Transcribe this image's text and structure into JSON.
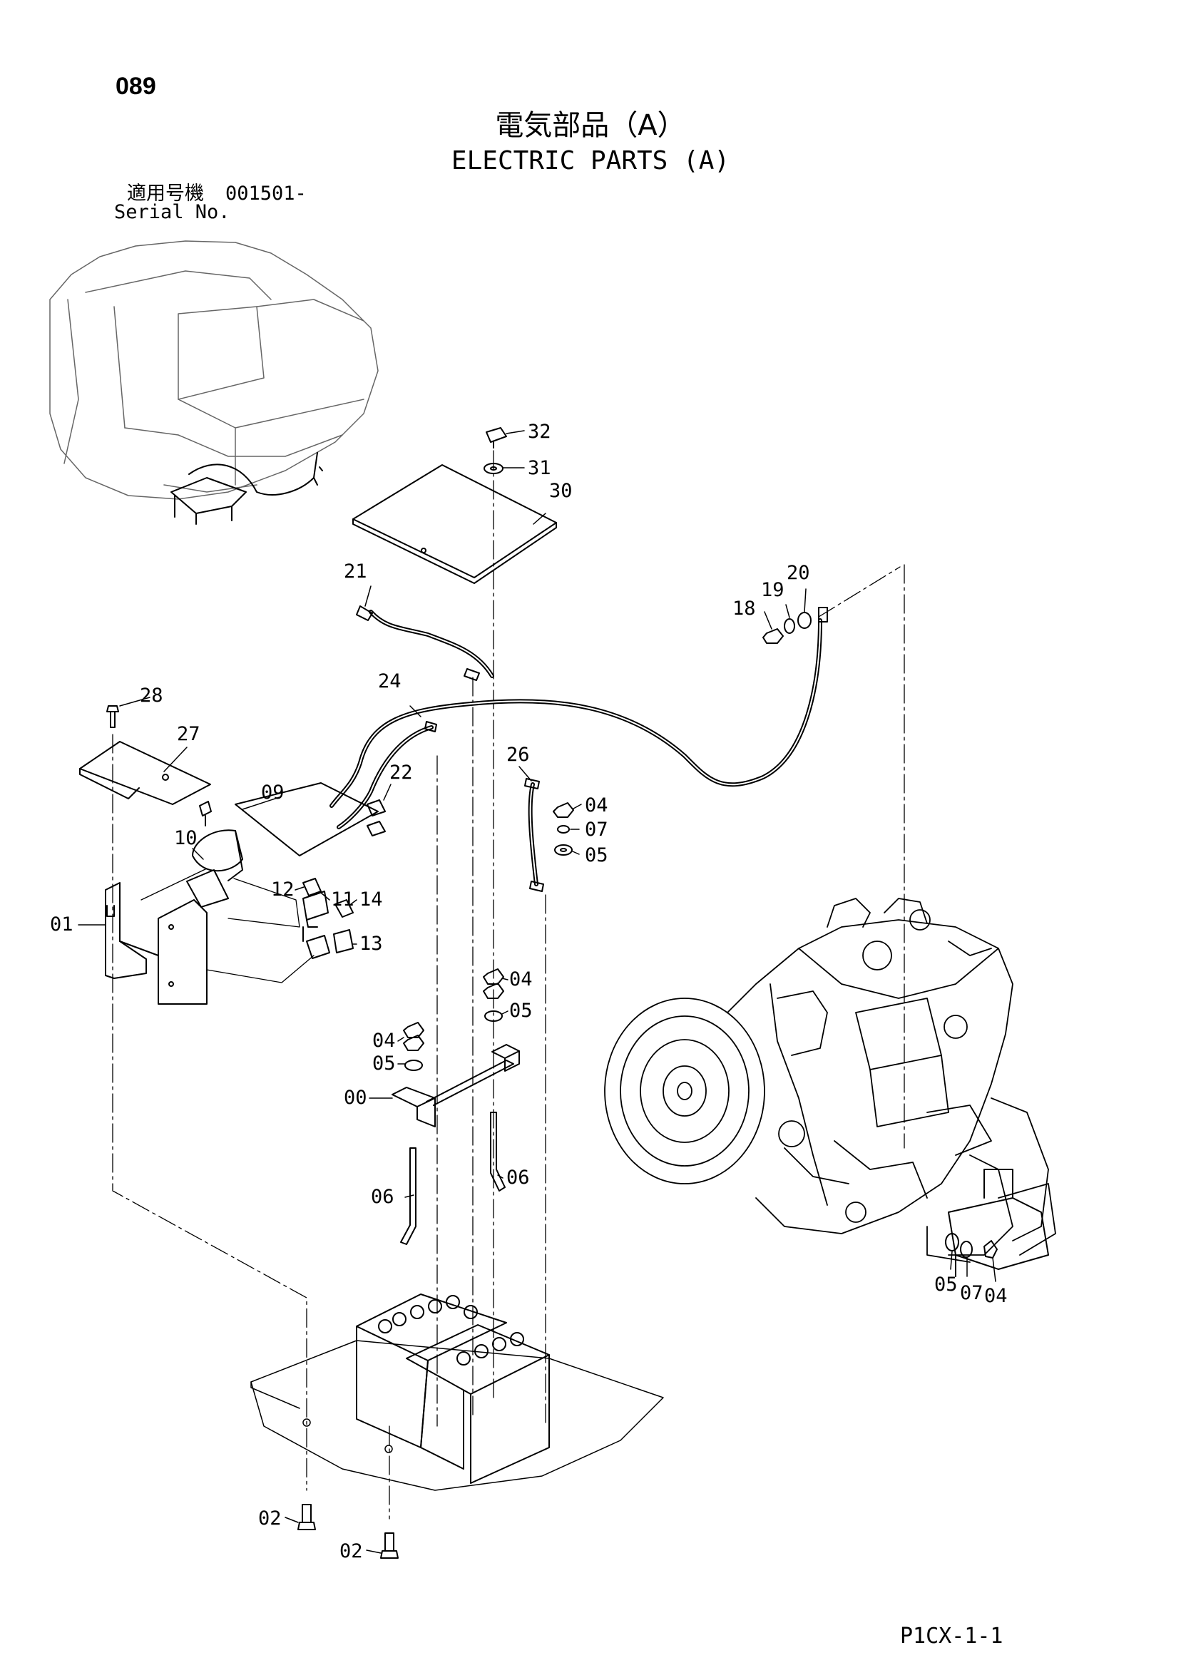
{
  "page_number": "089",
  "title_jp": "電気部品（A）",
  "title_en": "ELECTRIC PARTS (A)",
  "serial": {
    "label_jp": "適用号機",
    "label_en": "Serial No.",
    "value": "001501-"
  },
  "footer_code": "P1CX-1-1",
  "callouts": [
    "32",
    "31",
    "30",
    "21",
    "20",
    "19",
    "18",
    "24",
    "28",
    "27",
    "22",
    "26",
    "09",
    "04",
    "07",
    "10",
    "05",
    "11",
    "12",
    "14",
    "01",
    "13",
    "04",
    "05",
    "04",
    "05",
    "00",
    "06",
    "06",
    "05",
    "07",
    "04",
    "02",
    "02"
  ]
}
